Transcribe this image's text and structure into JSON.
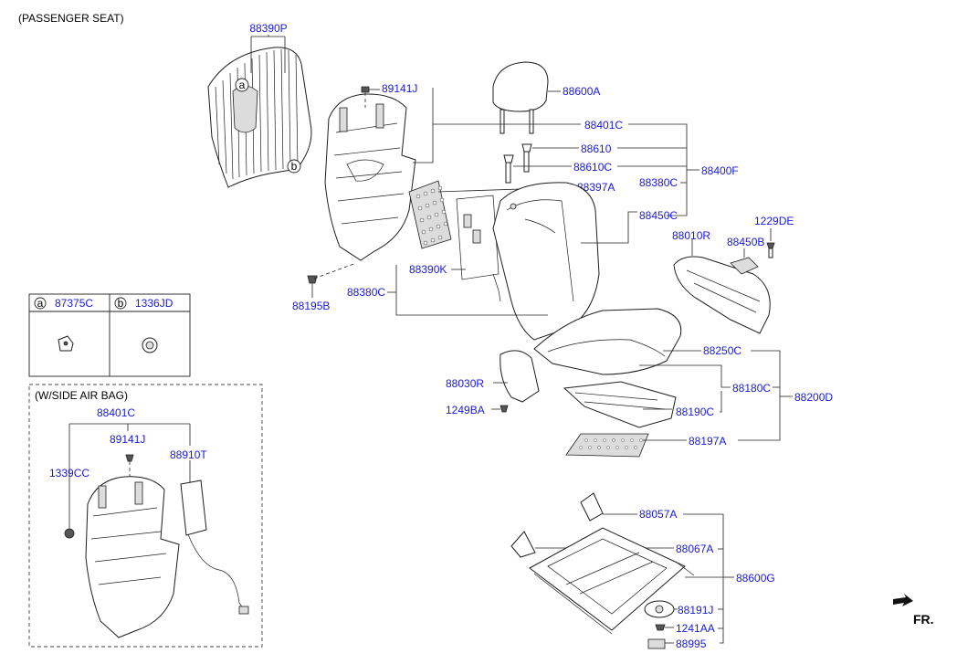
{
  "header": {
    "title": "(PASSENGER SEAT)"
  },
  "labels": {
    "p88390P": "88390P",
    "p89141J": "89141J",
    "p88600A": "88600A",
    "p88401C": "88401C",
    "p88610": "88610",
    "p88610C": "88610C",
    "p88400F": "88400F",
    "p88380C_a": "88380C",
    "p88397A": "88397A",
    "p88450C": "88450C",
    "p1229DE": "1229DE",
    "p88010R": "88010R",
    "p88450B": "88450B",
    "p88390K": "88390K",
    "p88380C_b": "88380C",
    "p88195B": "88195B",
    "p88250C": "88250C",
    "p88030R": "88030R",
    "p88180C": "88180C",
    "p88200D": "88200D",
    "p88190C": "88190C",
    "p1249BA": "1249BA",
    "p88197A": "88197A",
    "p88057A": "88057A",
    "p88067A": "88067A",
    "p88600G": "88600G",
    "p88191J": "88191J",
    "p1241AA": "1241AA",
    "p88995": "88995"
  },
  "callouts": {
    "a": "a",
    "b": "b"
  },
  "legend": {
    "a_letter": "a",
    "a_part": "87375C",
    "b_letter": "b",
    "b_part": "1336JD"
  },
  "inset": {
    "title": "(W/SIDE AIR BAG)",
    "p88401C": "88401C",
    "p89141J": "89141J",
    "p88910T": "88910T",
    "p1339CC": "1339CC"
  },
  "direction": {
    "label": "FR."
  }
}
